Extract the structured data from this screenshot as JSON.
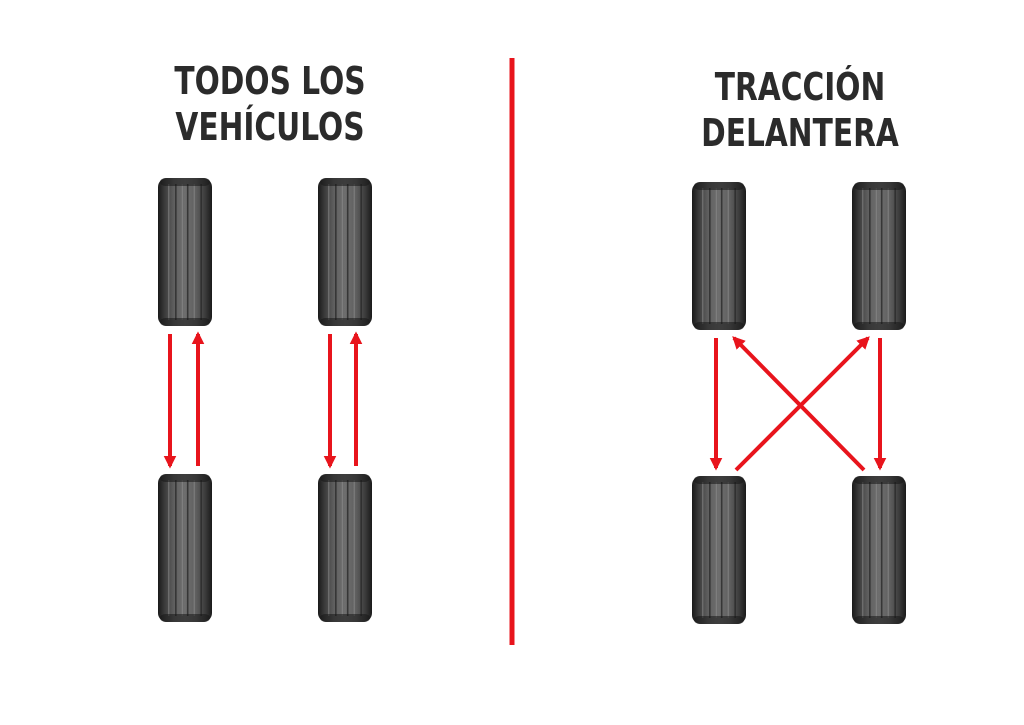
{
  "panels": {
    "left": {
      "title_line1": "TODOS LOS",
      "title_line2": "VEHÍCULOS"
    },
    "right": {
      "title_line1": "TRACCIÓN",
      "title_line2": "DELANTERA"
    }
  },
  "colors": {
    "arrow": "#e8141c",
    "divider": "#e8141c",
    "tire_dark": "#1e1e1e",
    "tire_mid": "#5a5a5a",
    "text": "#2b2b2b",
    "background": "#ffffff"
  },
  "icons": {
    "tire": "tire-icon",
    "arrow": "arrow-icon"
  }
}
